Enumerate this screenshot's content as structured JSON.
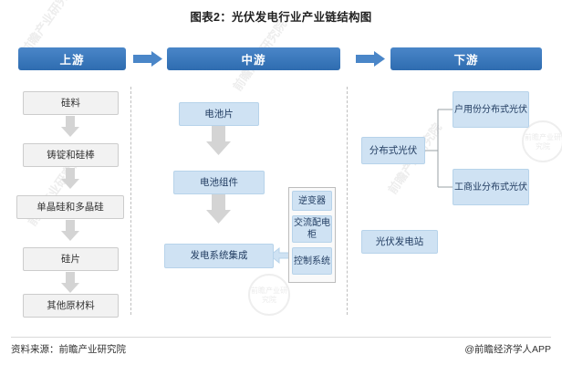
{
  "title": "图表2：光伏发电行业产业链结构图",
  "bands": [
    {
      "label": "上游",
      "name": "band-upstream"
    },
    {
      "label": "中游",
      "name": "band-midstream"
    },
    {
      "label": "下游",
      "name": "band-downstream"
    }
  ],
  "upstream": {
    "nodes": [
      {
        "label": "硅料"
      },
      {
        "label": "铸锭和硅棒"
      },
      {
        "label": "单晶硅和多晶硅"
      },
      {
        "label": "硅片"
      },
      {
        "label": "其他原材料"
      }
    ]
  },
  "midstream": {
    "nodes": [
      {
        "label": "电池片"
      },
      {
        "label": "电池组件"
      },
      {
        "label": "发电系统集成"
      }
    ],
    "components": [
      {
        "label": "逆变器"
      },
      {
        "label": "交流配电柜"
      },
      {
        "label": "控制系统"
      }
    ]
  },
  "downstream": {
    "categories": [
      {
        "label": "分布式光伏"
      },
      {
        "label": "光伏发电站"
      }
    ],
    "branches": [
      {
        "label": "户用份分布式光伏"
      },
      {
        "label": "工商业分布式光伏"
      }
    ]
  },
  "footer": {
    "source": "资料来源：前瞻产业研究院",
    "brand": "@前瞻经济学人APP"
  },
  "watermarks": {
    "texts": [
      "前瞻产业研究院",
      "前瞻产业研究院",
      "前瞻产业研究院",
      "前瞻产业研究院"
    ],
    "badge": "前瞻产业研究院"
  },
  "colors": {
    "band": "#3a79bd",
    "blue_node": "#cfe2f3",
    "grey_node": "#f2f2f2",
    "arrow": "#d0d0d0"
  }
}
